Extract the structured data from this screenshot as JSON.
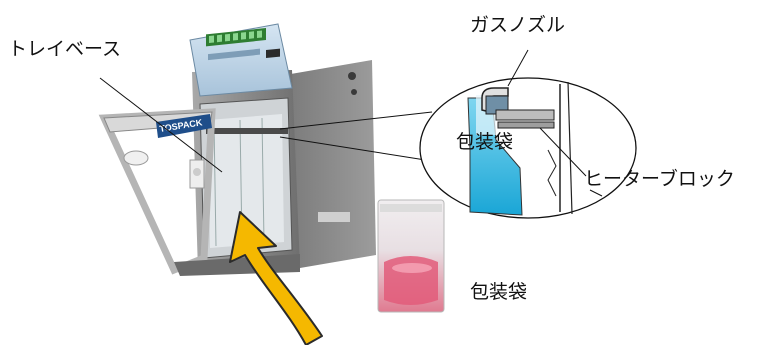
{
  "labels": {
    "tray_base": "トレイベース",
    "gas_nozzle": "ガスノズル",
    "bag_callout": "包装袋",
    "heater_block": "ヒーターブロック",
    "bag_sample": "包装袋"
  },
  "machine": {
    "brand_text": "TOSPACK"
  },
  "colors": {
    "arrow_fill": "#f5b800",
    "arrow_stroke": "#2b2b2b",
    "machine_body": "#8e8e8e",
    "panel_blue": "#b9d2e6",
    "display_green": "#4caf50",
    "bag_pink": "#e76d87",
    "bag_cyan": "#38b6dc"
  }
}
